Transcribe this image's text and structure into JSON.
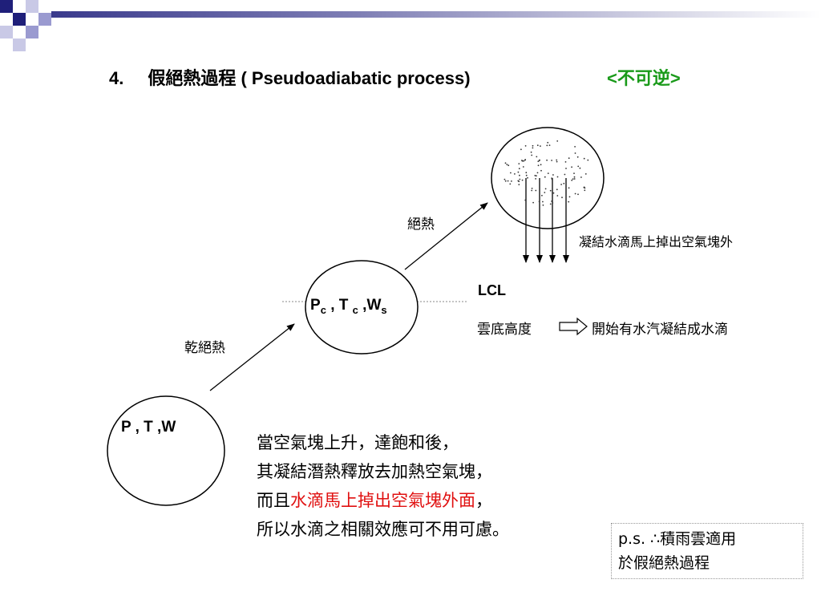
{
  "title": {
    "number": "4.",
    "text": "假絕熱過程 ( Pseudoadiabatic process)",
    "note": "<不可逆>"
  },
  "diagram": {
    "initial_state": "P , T  ,W",
    "lcl_state_p": "P",
    "lcl_state_p_sub": "c",
    "lcl_state_t": " , T ",
    "lcl_state_t_sub": "c",
    "lcl_state_w": " ,W",
    "lcl_state_w_sub": "s",
    "dry_adiabatic_label": "乾絕熱",
    "adiabatic_label": "絕熱",
    "drops_label": "凝結水滴馬上掉出空氣塊外",
    "lcl_label": "LCL",
    "cloud_base_label": "雲底高度",
    "condensation_label": "開始有水汽凝結成水滴"
  },
  "explanation": {
    "line1": "當空氣塊上升，達飽和後，",
    "line2": "其凝結潛熱釋放去加熱空氣塊，",
    "line3_prefix": "而且",
    "line3_red": "水滴馬上掉出空氣塊外面",
    "line3_suffix": "，",
    "line4": "所以水滴之相關效應可不用可慮。"
  },
  "note": {
    "line1": "p.s.  ∴積雨雲適用",
    "line2": "於假絕熱過程"
  },
  "colors": {
    "title_green": "#1a9a1a",
    "highlight_red": "#e01010",
    "corner_navy": "#1f1f7a",
    "corner_lavender": "#9a9ad0"
  }
}
